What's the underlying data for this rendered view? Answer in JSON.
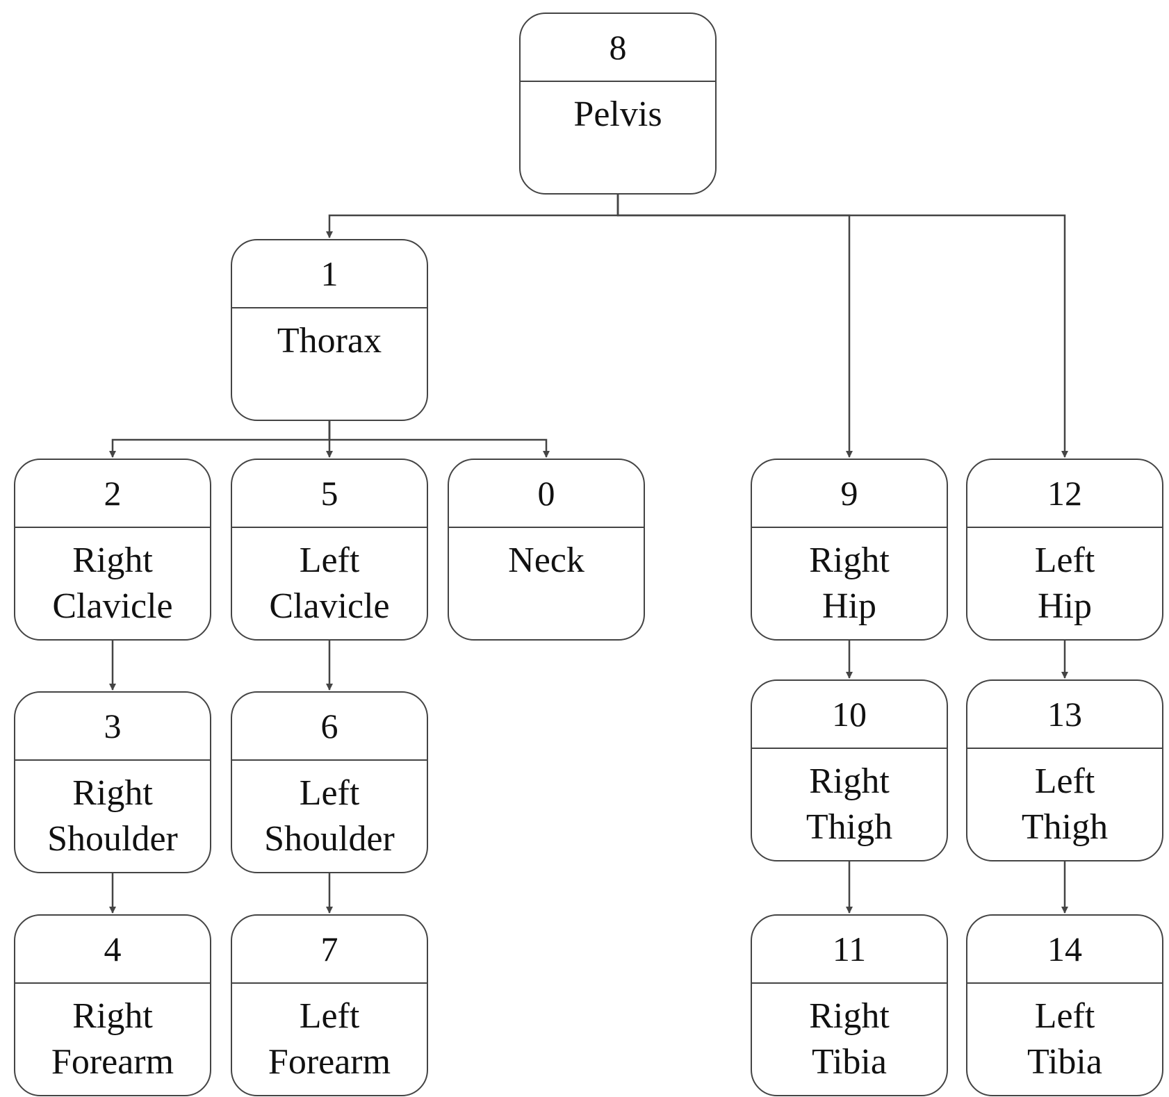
{
  "nodes": [
    {
      "id": "8",
      "label": "Pelvis"
    },
    {
      "id": "1",
      "label": "Thorax"
    },
    {
      "id": "2",
      "label": "Right\nClavicle"
    },
    {
      "id": "5",
      "label": "Left\nClavicle"
    },
    {
      "id": "0",
      "label": "Neck"
    },
    {
      "id": "9",
      "label": "Right\nHip"
    },
    {
      "id": "12",
      "label": "Left\nHip"
    },
    {
      "id": "3",
      "label": "Right\nShoulder"
    },
    {
      "id": "6",
      "label": "Left\nShoulder"
    },
    {
      "id": "10",
      "label": "Right\nThigh"
    },
    {
      "id": "13",
      "label": "Left\nThigh"
    },
    {
      "id": "4",
      "label": "Right\nForearm"
    },
    {
      "id": "7",
      "label": "Left\nForearm"
    },
    {
      "id": "11",
      "label": "Right\nTibia"
    },
    {
      "id": "14",
      "label": "Left\nTibia"
    }
  ],
  "edges": [
    {
      "from": "8",
      "to": "1"
    },
    {
      "from": "8",
      "to": "9"
    },
    {
      "from": "8",
      "to": "12"
    },
    {
      "from": "1",
      "to": "2"
    },
    {
      "from": "1",
      "to": "5"
    },
    {
      "from": "1",
      "to": "0"
    },
    {
      "from": "2",
      "to": "3"
    },
    {
      "from": "3",
      "to": "4"
    },
    {
      "from": "5",
      "to": "6"
    },
    {
      "from": "6",
      "to": "7"
    },
    {
      "from": "9",
      "to": "10"
    },
    {
      "from": "10",
      "to": "11"
    },
    {
      "from": "12",
      "to": "13"
    },
    {
      "from": "13",
      "to": "14"
    }
  ]
}
